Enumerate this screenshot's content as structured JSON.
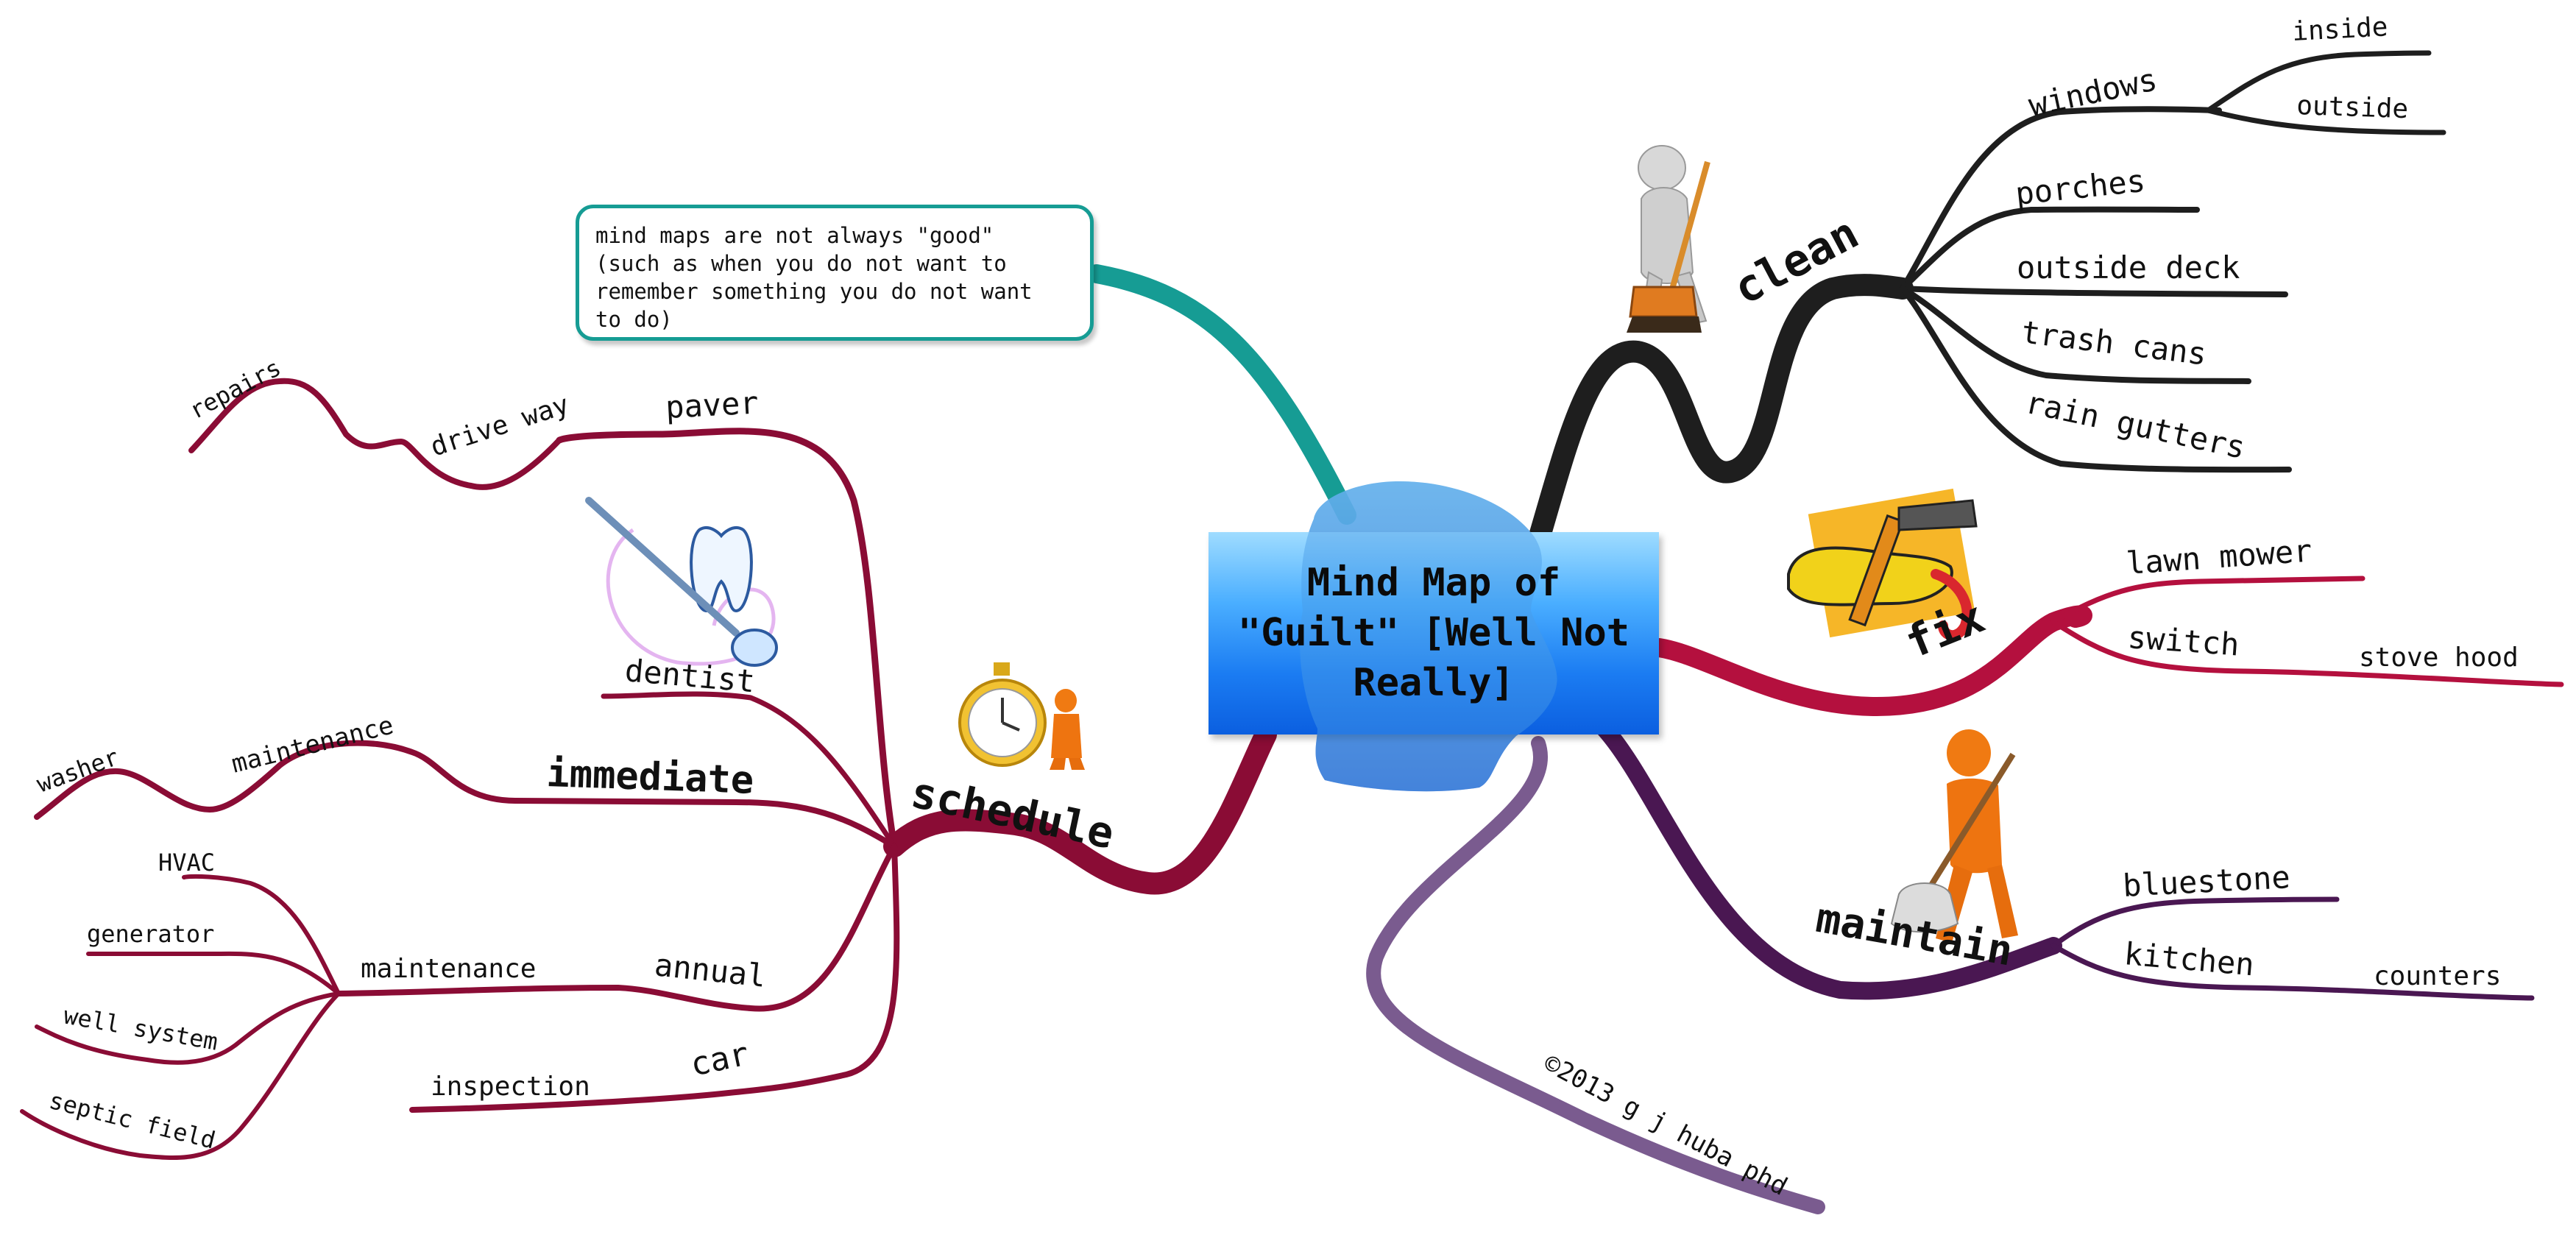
{
  "center": {
    "title": "Mind Map of\n\"Guilt\" [Well Not\nReally]"
  },
  "note": {
    "text": "mind maps are not always \"good\"\n(such as when you do not want to\nremember something you do not want\nto do)"
  },
  "colors": {
    "clean": "#1e1e1e",
    "fix": "#b4103e",
    "maintain": "#4a1752",
    "schedule": "#8a0c35",
    "copyright": "#7a5b8f",
    "note": "#169c94",
    "center": "#1b7cf2"
  },
  "branches": {
    "clean": {
      "label": "clean",
      "children": {
        "windows": "windows",
        "inside": "inside",
        "outside": "outside",
        "porches": "porches",
        "outside_deck": "outside deck",
        "trash_cans": "trash cans",
        "rain_gutters": "rain gutters"
      }
    },
    "fix": {
      "label": "fix",
      "children": {
        "lawn_mower": "lawn mower",
        "switch": "switch",
        "stove_hood": "stove hood"
      }
    },
    "maintain": {
      "label": "maintain",
      "children": {
        "bluestone": "bluestone",
        "kitchen": "kitchen",
        "counters": "counters"
      }
    },
    "schedule": {
      "label": "schedule",
      "children": {
        "paver": "paver",
        "drive_way": "drive way",
        "repairs": "repairs",
        "dentist": "dentist",
        "immediate": "immediate",
        "maintenance_immediate": "maintenance",
        "washer": "washer",
        "annual": "annual",
        "maintenance_annual": "maintenance",
        "hvac": "HVAC",
        "generator": "generator",
        "well_system": "well system",
        "septic_field": "septic field",
        "car": "car",
        "inspection": "inspection"
      }
    },
    "copyright": {
      "label": "©2013 g j huba phd"
    }
  },
  "icons": [
    "person-sweeping-icon",
    "tools-icon",
    "person-mopping-icon",
    "tooth-mirror-icon",
    "stopwatch-person-icon",
    "head-silhouette-icon"
  ]
}
